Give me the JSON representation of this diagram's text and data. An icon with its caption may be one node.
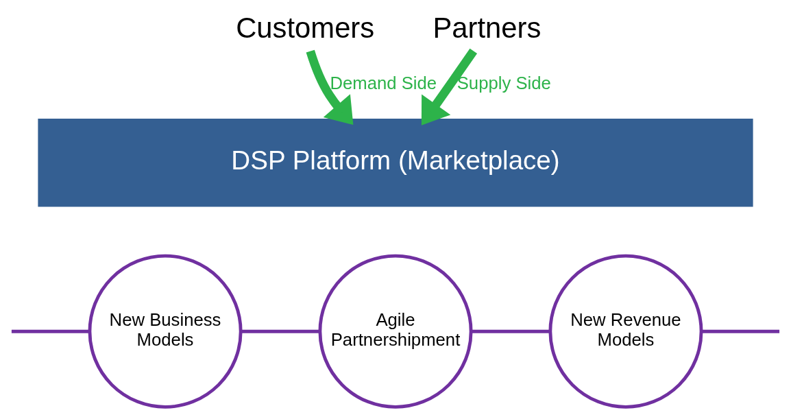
{
  "diagram": {
    "nodes": [
      {
        "text": [
          "Customers"
        ]
      },
      {
        "text": [
          "Partners"
        ]
      },
      {
        "text": [
          "DSP Platform (Marketplace)"
        ]
      },
      {
        "text": [
          "New Business Models"
        ]
      },
      {
        "text": [
          "Agile",
          "Partnershipment"
        ]
      },
      {
        "text": [
          "New Revenue Models"
        ]
      }
    ],
    "edges": [
      {
        "from": 0,
        "to": 2,
        "arrow": "to",
        "label": "Demand Side",
        "style": "thick",
        "color": "#2db34a"
      },
      {
        "from": 1,
        "to": 2,
        "arrow": "to",
        "label": "Supply Side",
        "style": "thick",
        "color": "#2db34a"
      },
      {
        "from": null,
        "to": 3,
        "arrow": "none"
      },
      {
        "from": 3,
        "to": 4,
        "arrow": "none"
      },
      {
        "from": 4,
        "to": 5,
        "arrow": "none"
      },
      {
        "from": 5,
        "to": null,
        "arrow": "none"
      }
    ]
  }
}
